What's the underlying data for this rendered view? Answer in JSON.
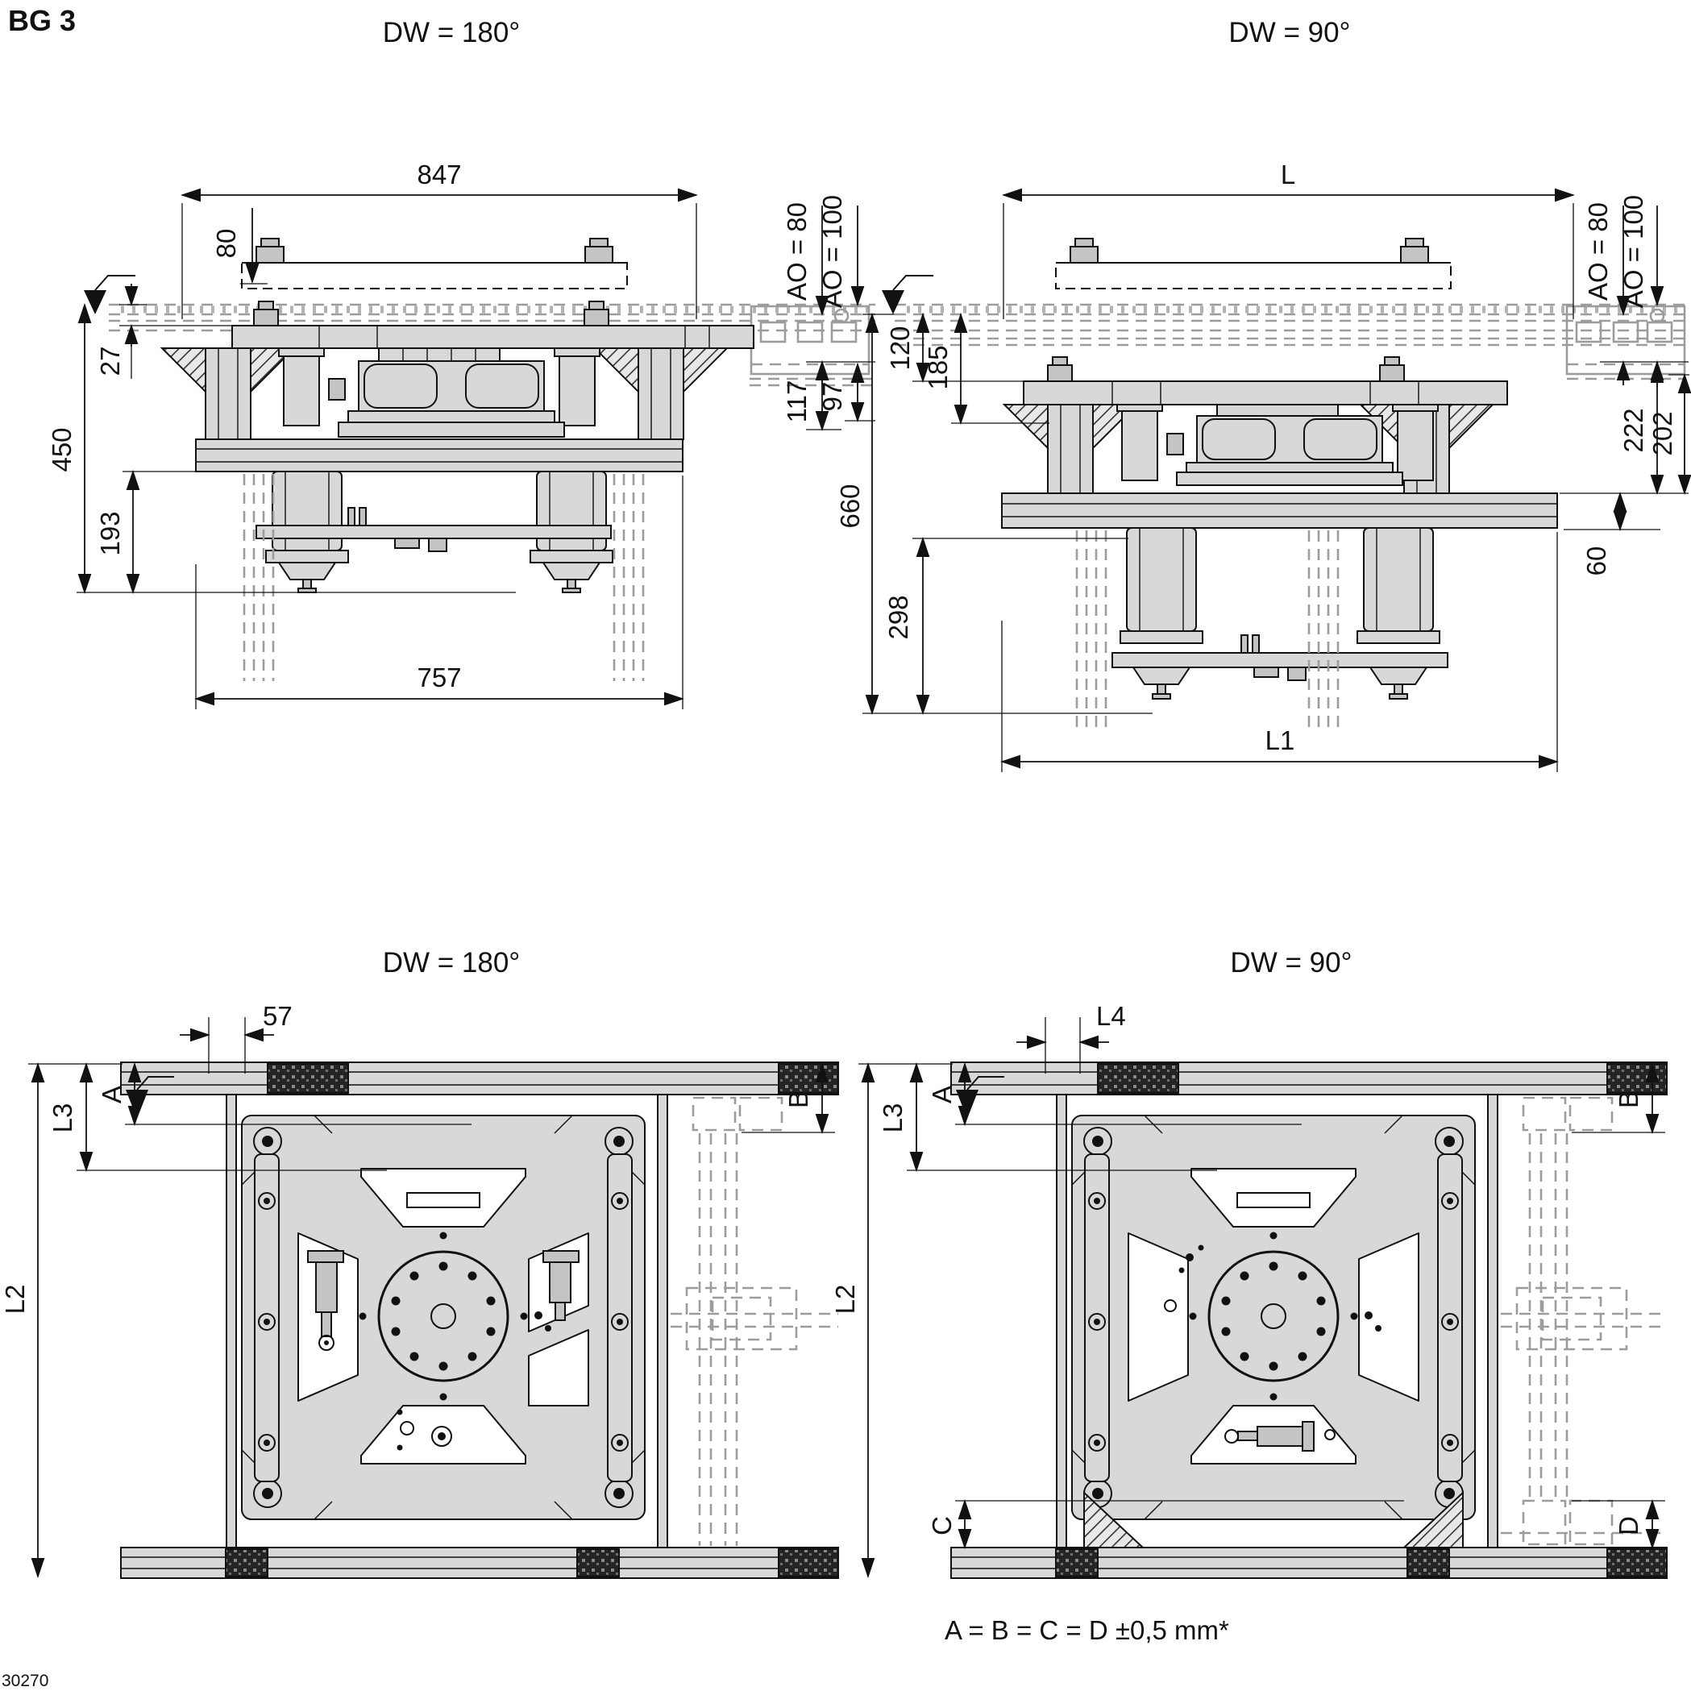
{
  "page": {
    "product_code": "BG 3",
    "figure_number": "30270",
    "tolerance_note": "A = B = C = D ±0,5 mm*"
  },
  "colors": {
    "line": "#111111",
    "plate_fill": "#d8d8d8",
    "plate_fill_dark": "#c4c4c4",
    "ghost_gray": "#9c9c9c",
    "dark_block": "#1c1c1c",
    "background": "#ffffff"
  },
  "views": {
    "side_dw180": {
      "label": "DW = 180°",
      "dims": {
        "width_top": "847",
        "pallet_height": "80",
        "ao_80": "AO = 80",
        "ao_100": "AO = 100",
        "conveyor_to_plate": "27",
        "overall_height": "450",
        "lower_height": "193",
        "flange_drop": "117",
        "plate_drop": "97",
        "width_bottom": "757"
      }
    },
    "side_dw90": {
      "label": "DW = 90°",
      "dims": {
        "length": "L",
        "upper_drop": "120",
        "bracket_drop": "185",
        "ao_80": "AO = 80",
        "ao_100": "AO = 100",
        "right_drop_outer": "222",
        "right_drop_inner": "202",
        "overall_height": "660",
        "lower_height": "298",
        "beam_gap": "60",
        "length_bottom": "L1"
      }
    },
    "plan_dw180": {
      "label": "DW = 180°",
      "dims": {
        "rail_offset": "57",
        "a": "A",
        "b": "B",
        "l3": "L3",
        "l2": "L2"
      }
    },
    "plan_dw90": {
      "label": "DW = 90°",
      "dims": {
        "l4": "L4",
        "a": "A",
        "b": "B",
        "l3": "L3",
        "l2": "L2",
        "c": "C",
        "d": "D"
      }
    }
  }
}
